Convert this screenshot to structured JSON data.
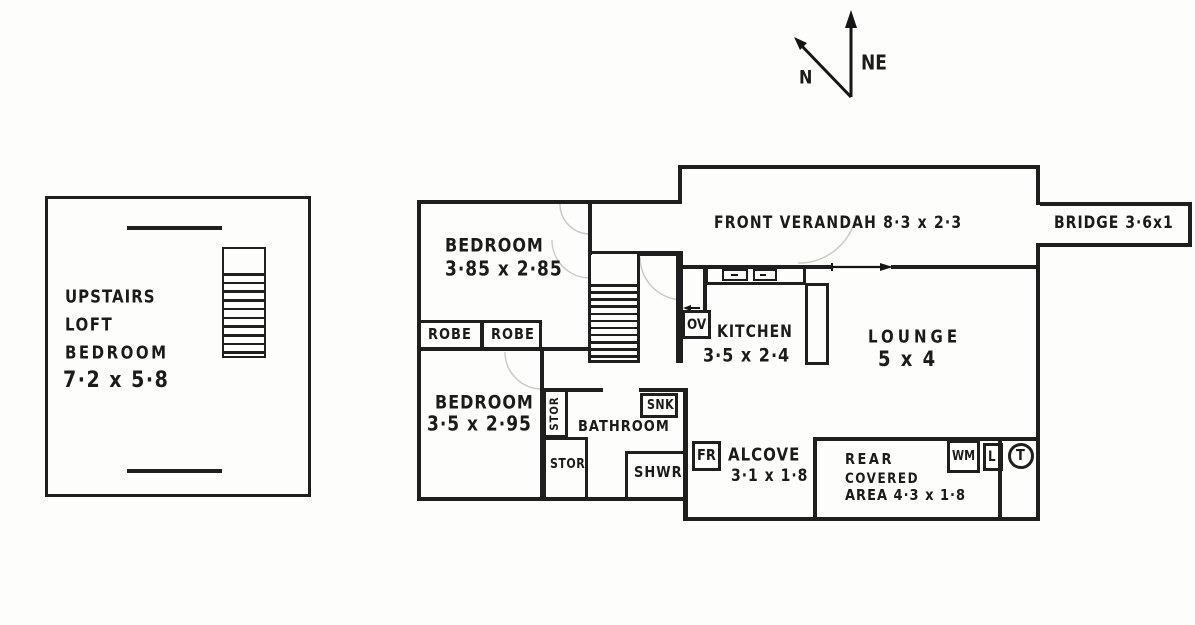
{
  "compass": {
    "n_label": "N",
    "ne_label": "NE"
  },
  "loft": {
    "line1": "UPSTAIRS",
    "line2": "LOFT",
    "line3": "BEDROOM",
    "line4": "7·2 x 5·8",
    "stair_treads": 10
  },
  "plan": {
    "front_verandah": "FRONT VERANDAH 8·3 x 2·3",
    "bridge": "BRIDGE 3·6x1",
    "bedroom1_name": "BEDROOM",
    "bedroom1_dims": "3·85 x 2·85",
    "robe1": "ROBE",
    "robe2": "ROBE",
    "bedroom2_name": "BEDROOM",
    "bedroom2_dims": "3·5 x 2·95",
    "stor_vertical": "STOR",
    "stor": "STOR",
    "bathroom": "BATHROOM",
    "snk": "SNK",
    "shwr": "SHWR",
    "kitchen_name": "KITCHEN",
    "kitchen_dims": "3·5 x 2·4",
    "ov": "OV",
    "lounge_name": "LOUNGE",
    "lounge_dims": "5 x 4",
    "fr": "FR",
    "alcove_name": "ALCOVE",
    "alcove_dims": "3·1 x 1·8",
    "rear_line1": "REAR",
    "rear_line2": "COVERED",
    "rear_line3": "AREA  4·3 x 1·8",
    "wm": "WM",
    "l": "L",
    "t": "T",
    "stair_treads": 11
  }
}
